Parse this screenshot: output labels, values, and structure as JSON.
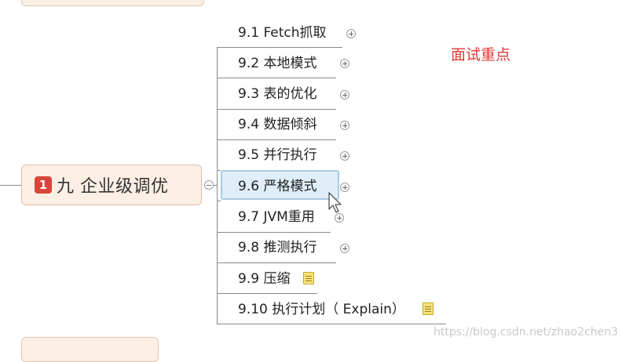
{
  "root": {
    "badge": "1",
    "title": "九 企业级调优"
  },
  "topics": [
    {
      "label": "9.1 Fetch抓取",
      "marker": "expand"
    },
    {
      "label": "9.2 本地模式",
      "marker": "expand"
    },
    {
      "label": "9.3 表的优化",
      "marker": "expand"
    },
    {
      "label": "9.4 数据倾斜",
      "marker": "expand"
    },
    {
      "label": "9.5 并行执行",
      "marker": "expand"
    },
    {
      "label": "9.6 严格模式",
      "marker": "expand",
      "selected": true
    },
    {
      "label": "9.7 JVM重用",
      "marker": "expand"
    },
    {
      "label": "9.8 推测执行",
      "marker": "expand"
    },
    {
      "label": "9.9 压缩",
      "marker": "note"
    },
    {
      "label": "9.10 执行计划（ Explain）",
      "marker": "note"
    }
  ],
  "annotation": "面试重点",
  "watermark": "https://blog.csdn.net/zhao2chen3",
  "colors": {
    "root_fill": "#fcefe4",
    "badge": "#d9453a",
    "selection_fill": "#dfeef9",
    "annotation": "#e53935"
  }
}
